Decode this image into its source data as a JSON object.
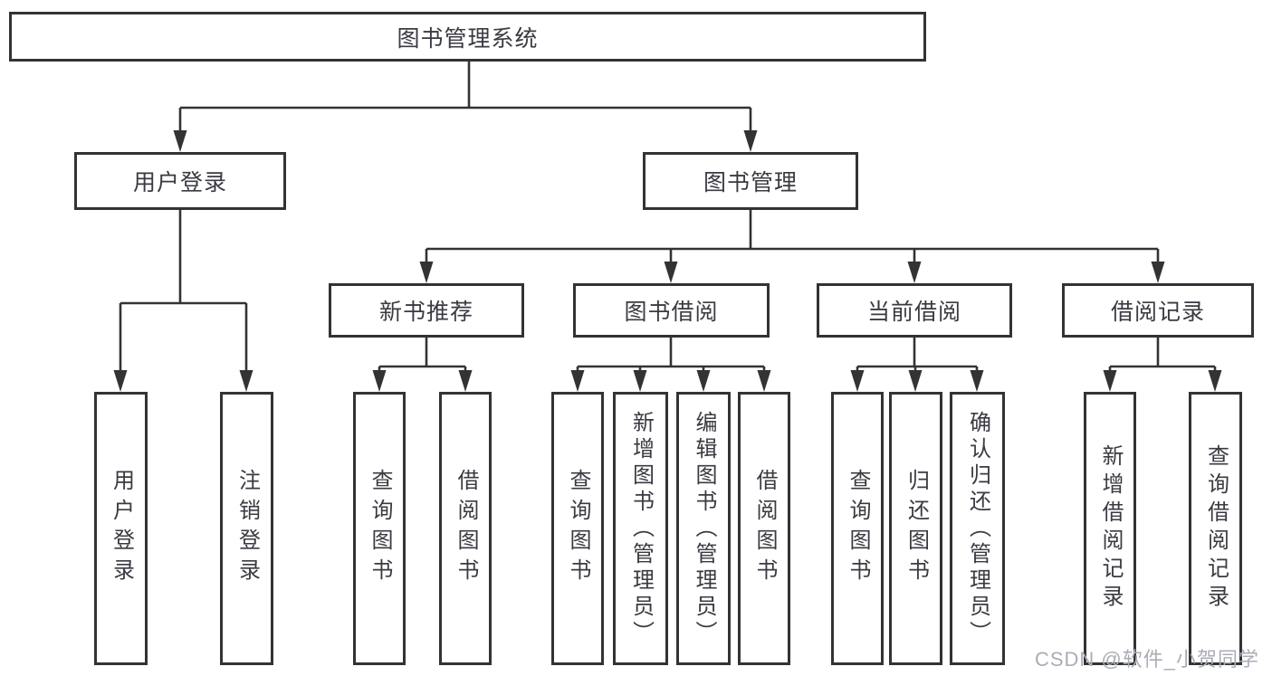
{
  "diagram_title": "图书管理系统",
  "nodes": {
    "root": "图书管理系统",
    "user_login": "用户登录",
    "book_mgmt": "图书管理",
    "new_book_rec": "新书推荐",
    "book_borrow": "图书借阅",
    "current_borrow": "当前借阅",
    "borrow_records": "借阅记录",
    "leaf_user_login": "用户登录",
    "leaf_logout": "注销登录",
    "leaf_nb_query": "查询图书",
    "leaf_nb_borrow": "借阅图书",
    "leaf_bb_query": "查询图书",
    "leaf_bb_add": "新增图书（管理员）",
    "leaf_bb_edit": "编辑图书（管理员）",
    "leaf_bb_borrow": "借阅图书",
    "leaf_cb_query": "查询图书",
    "leaf_cb_return": "归还图书",
    "leaf_cb_confirm": "确认归还（管理员）",
    "leaf_br_add": "新增借阅记录",
    "leaf_br_query": "查询借阅记录"
  },
  "watermark": "CSDN @软件_小贺同学",
  "colors": {
    "line": "#333333",
    "box_border": "#333333",
    "text": "#3a3a42",
    "watermark": "#a9adb5",
    "background": "#ffffff"
  }
}
